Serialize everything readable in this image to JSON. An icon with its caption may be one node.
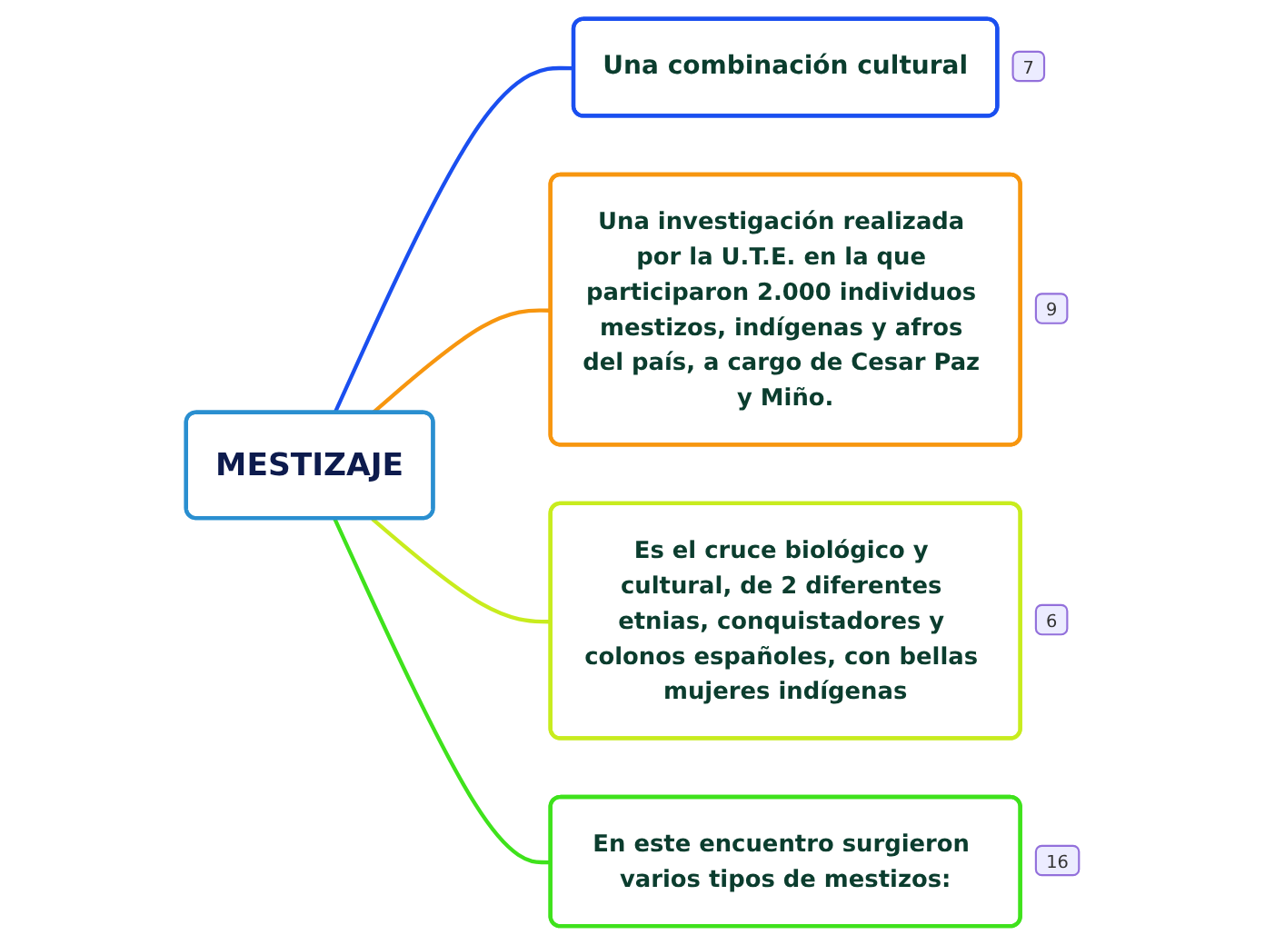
{
  "diagram": {
    "nodes": [
      {
        "text": [
          "MESTIZAJE"
        ]
      },
      {
        "text": [
          "Una combinación cultural"
        ],
        "beside": [
          "7"
        ]
      },
      {
        "text": [
          "Una investigación realizada por la U.T.E. en la que participaron 2.000 individuos mestizos, indígenas y afros del país, a cargo de Cesar Paz y Miño."
        ],
        "beside": [
          "9"
        ]
      },
      {
        "text": [
          "Es el cruce biológico y cultural, de 2 diferentes etnias, conquistadores y colonos españoles, con bellas mujeres indígenas"
        ],
        "beside": [
          "6"
        ]
      },
      {
        "text": [
          "En este encuentro surgieron varios tipos de mestizos:"
        ],
        "beside": [
          "16"
        ]
      }
    ],
    "edges": [
      {
        "from": 0,
        "to": 1,
        "arrow": "none",
        "color": "#1a4ff0"
      },
      {
        "from": 0,
        "to": 2,
        "arrow": "none",
        "color": "#f7960f"
      },
      {
        "from": 0,
        "to": 3,
        "arrow": "none",
        "color": "#c8ec1e"
      },
      {
        "from": 0,
        "to": 4,
        "arrow": "none",
        "color": "#3fe21c"
      }
    ]
  }
}
